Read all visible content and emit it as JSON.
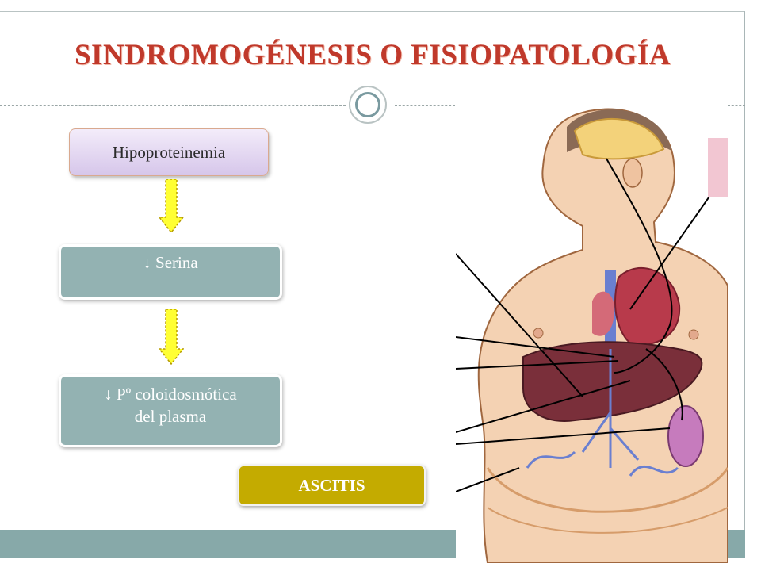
{
  "title": "SINDROMOGÉNESIS O FISIOPATOLOGÍA",
  "flow": {
    "step1": "Hipoproteinemia",
    "step2": "↓ Serina",
    "step3_line1": "↓ Pº coloidosmótica",
    "step3_line2": "del plasma",
    "result": "ASCITIS"
  },
  "colors": {
    "title": "#c0392b",
    "teal_box": "#93b2b2",
    "result_box": "#c4ab00",
    "arrow_fill": "#ffff33",
    "bottom_bar": "#87a9a9"
  },
  "illustration": {
    "icon": "human-torso-anatomy-icon",
    "description_visible": ""
  }
}
